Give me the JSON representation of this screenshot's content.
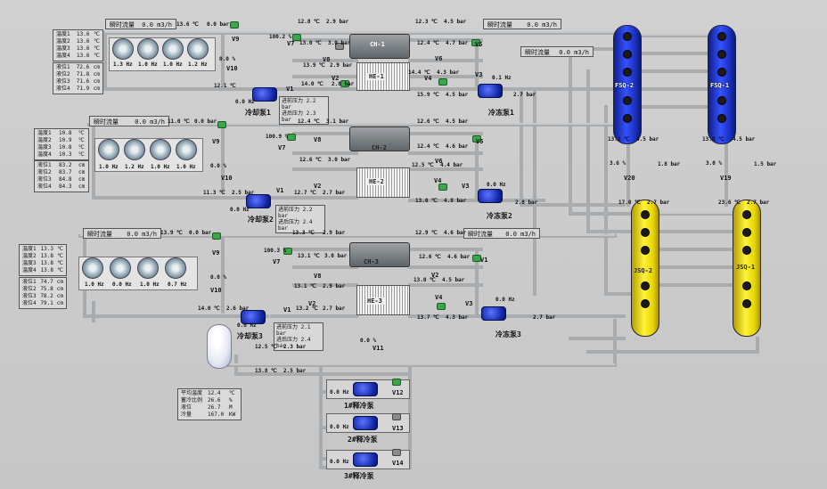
{
  "colors": {
    "pipe": "#a9abad",
    "tank_fsq": "#2040e0",
    "tank_jsq": "#f0e020",
    "pump": "#2036d0",
    "valve_open": "#3aa84a"
  },
  "flow": {
    "label": "瞬时流量",
    "unit": "m3/h",
    "top_left": "0.0",
    "top_right": "0.0",
    "fsq": "0.0",
    "mid_left": "0.0",
    "bottom_left": "0.0",
    "bottom_right": "0.0"
  },
  "towers": [
    {
      "t_labels": [
        "温度1",
        "温度2",
        "温度3",
        "温度4"
      ],
      "t_values": [
        "13.6",
        "13.6",
        "13.6",
        "13.6"
      ],
      "t_unit": "℃",
      "l_labels": [
        "液位1",
        "液位2",
        "液位3",
        "液位4"
      ],
      "l_values": [
        "72.6",
        "71.8",
        "71.6",
        "71.9"
      ],
      "l_unit": "cm",
      "hz": [
        "1.3 Hz",
        "1.0 Hz",
        "1.0 Hz",
        "1.2 Hz"
      ]
    },
    {
      "t_labels": [
        "温度1",
        "温度2",
        "温度3",
        "温度4"
      ],
      "t_values": [
        "10.8",
        "10.9",
        "10.8",
        "10.3"
      ],
      "t_unit": "℃",
      "l_labels": [
        "液位1",
        "液位2",
        "液位3",
        "液位4"
      ],
      "l_values": [
        "83.2",
        "83.7",
        "84.8",
        "84.3"
      ],
      "l_unit": "cm",
      "hz": [
        "1.0 Hz",
        "1.2 Hz",
        "1.0 Hz",
        "1.0 Hz"
      ]
    },
    {
      "t_labels": [
        "温度1",
        "温度2",
        "温度3",
        "温度4"
      ],
      "t_values": [
        "13.3",
        "13.8",
        "13.8",
        "13.8"
      ],
      "t_unit": "℃",
      "l_labels": [
        "液位1",
        "液位2",
        "液位3",
        "液位4"
      ],
      "l_values": [
        "74.7",
        "75.8",
        "78.2",
        "79.1"
      ],
      "l_unit": "cm",
      "hz": [
        "1.0 Hz",
        "0.0 Hz",
        "1.0 Hz",
        "0.7 Hz"
      ]
    }
  ],
  "chillers": [
    "CH-1",
    "CH-2",
    "CH-3"
  ],
  "exchangers": [
    "HE-1",
    "HE-2",
    "HE-3"
  ],
  "pumps": {
    "cool1": "冷却泵1",
    "cool2": "冷却泵2",
    "cool3": "冷却泵3",
    "chill1": "冷冻泵1",
    "chill2": "冷冻泵2",
    "chill3": "冷冻泵3",
    "release1": "1#释冷泵",
    "release2": "2#释冷泵",
    "release3": "3#释冷泵"
  },
  "pressure": {
    "in_label": "进前压力",
    "out_label": "进后压力",
    "p1_in": "2.2 bar",
    "p1_out": "2.3 bar",
    "p2_in": "2.2 bar",
    "p2_out": "2.4 bar",
    "p3_in": "2.1 bar",
    "p3_out": "2.4 bar"
  },
  "tanks": {
    "fsq2": "FSQ-2",
    "fsq1": "FSQ-1",
    "jsq2": "JSQ-2",
    "jsq1": "JSQ-1"
  },
  "valves": [
    "V1",
    "V2",
    "V3",
    "V4",
    "V5",
    "V6",
    "V7",
    "V8",
    "V9",
    "V10",
    "V11",
    "V12",
    "V13",
    "V14",
    "V19",
    "V20"
  ],
  "readings": {
    "r1_a": "13.6 ℃",
    "r1_b": "0.0 bar",
    "r1_c": "12.8 ℃",
    "r1_d": "2.9 bar",
    "r1_e": "12.3 ℃",
    "r1_f": "4.5 bar",
    "r1_g": "100.2 %",
    "r1_h": "13.0 ℃",
    "r1_i": "3.0 bar",
    "r1_j": "12.4 ℃",
    "r1_k": "4.7 bar",
    "r1_l": "13.9 ℃",
    "r1_m": "2.9 bar",
    "r1_n": "14.4 ℃",
    "r1_o": "4.3 bar",
    "r1_p": "0.0 %",
    "r1_q": "12.1 ℃",
    "r1_r": "14.0 ℃",
    "r1_s": "2.8 bar",
    "r1_t": "0.1 Hz",
    "r1_u": "15.9 ℃",
    "r1_v": "4.5 bar",
    "r1_w": "2.7 bar",
    "r1_x": "0.0 Hz",
    "r2_a": "11.0 ℃",
    "r2_b": "0.0 bar",
    "r2_c": "12.4 ℃",
    "r2_d": "3.1 bar",
    "r2_e": "12.6 ℃",
    "r2_f": "4.5 bar",
    "r2_g": "100.9 %",
    "r2_h": "12.6 ℃",
    "r2_i": "3.0 bar",
    "r2_j": "12.4 ℃",
    "r2_k": "4.6 bar",
    "r2_l": "12.5 ℃",
    "r2_m": "4.4 bar",
    "r2_n": "0.0 %",
    "r2_o": "11.3 ℃",
    "r2_p": "2.5 bar",
    "r2_q": "12.7 ℃",
    "r2_r": "2.7 bar",
    "r2_s": "13.0 ℃",
    "r2_t": "4.8 bar",
    "r2_u": "0.0 Hz",
    "r2_v": "2.8 bar",
    "r2_w": "0.0 Hz",
    "r3_a": "13.9 ℃",
    "r3_b": "0.0 bar",
    "r3_c": "13.3 ℃",
    "r3_d": "2.9 bar",
    "r3_e": "12.9 ℃",
    "r3_f": "4.6 bar",
    "r3_g": "100.3 %",
    "r3_h": "13.1 ℃",
    "r3_i": "3.0 bar",
    "r3_j": "12.6 ℃",
    "r3_k": "4.6 bar",
    "r3_l": "13.1 ℃",
    "r3_m": "2.9 bar",
    "r3_n": "13.0 ℃",
    "r3_o": "4.5 bar",
    "r3_p": "0.0 %",
    "r3_q": "14.0 ℃",
    "r3_r": "2.6 bar",
    "r3_s": "13.2 ℃",
    "r3_t": "2.7 bar",
    "r3_u": "13.7 ℃",
    "r3_v": "4.3 bar",
    "r3_w": "0.0 Hz",
    "r3_x": "2.7 bar",
    "r3_y": "0.0 Hz",
    "fsq2_t": "13.2 ℃",
    "fsq2_p": "4.5 bar",
    "fsq1_t": "13.8 ℃",
    "fsq1_p": "4.5 bar",
    "v20_pct": "3.6 %",
    "v20_bar": "1.8 bar",
    "v19_pct": "3.0 %",
    "v19_bar": "1.5 bar",
    "jsq2_t": "17.0 ℃",
    "jsq2_p": "2.7 bar",
    "jsq1_t": "23.6 ℃",
    "jsq1_p": "2.7 bar",
    "st_t": "12.5 ℃",
    "st_p": "2.3 bar",
    "st_t2": "13.8 ℃",
    "st_p2": "2.5 bar",
    "v11_pct": "0.0 %",
    "rp1": "0.0 Hz",
    "rp2": "0.0 Hz",
    "rp3": "0.0 Hz"
  },
  "storage_stats": {
    "rows": [
      {
        "k": "平均温度",
        "v": "12.4",
        "u": "℃"
      },
      {
        "k": "蓄冷比例",
        "v": "26.6",
        "u": "%"
      },
      {
        "k": "液位",
        "v": "26.7",
        "u": "M"
      },
      {
        "k": "冷量",
        "v": "167.0",
        "u": "KW"
      }
    ]
  }
}
